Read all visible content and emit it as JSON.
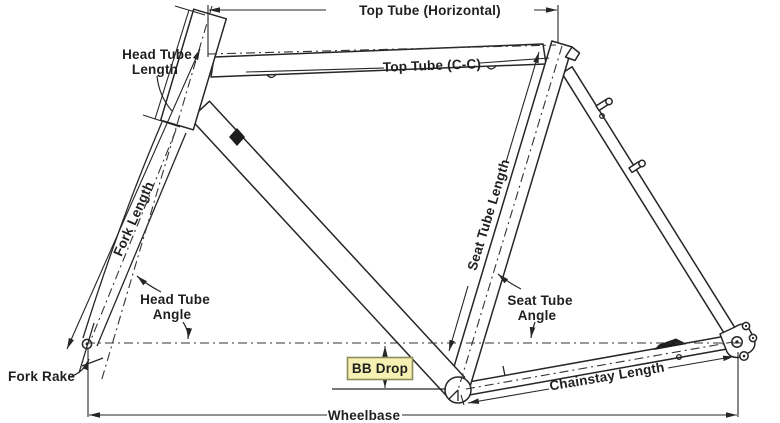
{
  "diagram": {
    "type": "bicycle-frame-geometry",
    "background": "#ffffff",
    "line_color": "#262626",
    "labels": {
      "top_tube_horizontal": "Top Tube (Horizontal)",
      "top_tube_cc": "Top Tube (C-C)",
      "head_tube_length": {
        "line1": "Head Tube",
        "line2": "Length"
      },
      "fork_length": "Fork Length",
      "head_tube_angle": {
        "line1": "Head Tube",
        "line2": "Angle"
      },
      "fork_rake": "Fork Rake",
      "seat_tube_length": "Seat Tube Length",
      "seat_tube_angle": {
        "line1": "Seat Tube",
        "line2": "Angle"
      },
      "bb_drop": "BB Drop",
      "chainstay_length": "Chainstay Length",
      "wheelbase": "Wheelbase"
    },
    "highlight": {
      "fill": "#f5f1b2",
      "border": "#8d8d5a",
      "text": "#6f6d26"
    }
  }
}
